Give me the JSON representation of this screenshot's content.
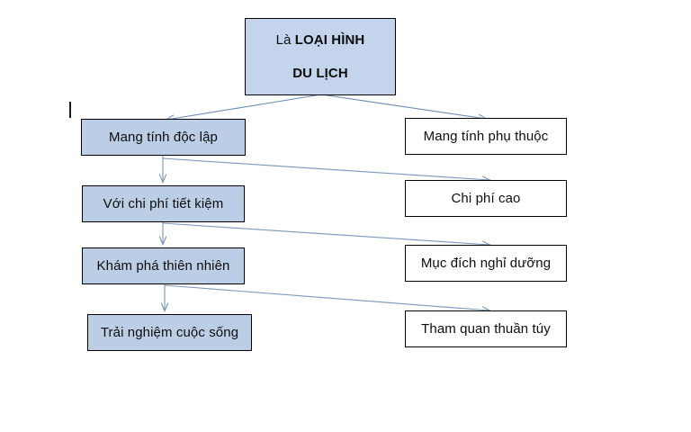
{
  "diagram": {
    "type": "flow-diagram",
    "language": "vi",
    "background_color": "#ffffff",
    "colors": {
      "root_fill": "#c3d4ec",
      "left_fill": "#bccee6",
      "right_fill": "#ffffff",
      "box_border": "#000000",
      "connector": "#7b96b8",
      "text": "#0d0d0d"
    },
    "root": {
      "id": "root",
      "line1_prefix": "Là ",
      "line1_emphasis": "LOẠI HÌNH",
      "line2": "DU LỊCH",
      "full_text": "Là LOẠI HÌNH DU LỊCH"
    },
    "left_column": [
      {
        "id": "left-1",
        "label": "Mang tính độc lập"
      },
      {
        "id": "left-2",
        "label": "Với chi phí tiết kiệm"
      },
      {
        "id": "left-3",
        "label": "Khám phá thiên nhiên"
      },
      {
        "id": "left-4",
        "label": "Trải nghiệm cuộc sống"
      }
    ],
    "right_column": [
      {
        "id": "right-1",
        "label": "Mang tính phụ thuộc"
      },
      {
        "id": "right-2",
        "label": "Chi phí cao"
      },
      {
        "id": "right-3",
        "label": "Mục đích nghỉ dưỡng"
      },
      {
        "id": "right-4",
        "label": "Tham quan thuần túy"
      }
    ],
    "connectors": [
      {
        "id": "root-to-left-1",
        "from": "root",
        "to": "left-1",
        "style": "arrow"
      },
      {
        "id": "root-to-right-1",
        "from": "root",
        "to": "right-1",
        "style": "arrow"
      },
      {
        "id": "left-1-to-left-2",
        "from": "left-1",
        "to": "left-2",
        "style": "arrow-down"
      },
      {
        "id": "left-1-to-right-2",
        "from": "left-1",
        "to": "right-2",
        "style": "arrow"
      },
      {
        "id": "left-2-to-left-3",
        "from": "left-2",
        "to": "left-3",
        "style": "arrow-down"
      },
      {
        "id": "left-2-to-right-3",
        "from": "left-2",
        "to": "right-3",
        "style": "arrow"
      },
      {
        "id": "left-3-to-left-4",
        "from": "left-3",
        "to": "left-4",
        "style": "arrow-down"
      },
      {
        "id": "left-3-to-right-4",
        "from": "left-3",
        "to": "right-4",
        "style": "arrow"
      }
    ],
    "text_caret": {
      "visible": true
    }
  }
}
